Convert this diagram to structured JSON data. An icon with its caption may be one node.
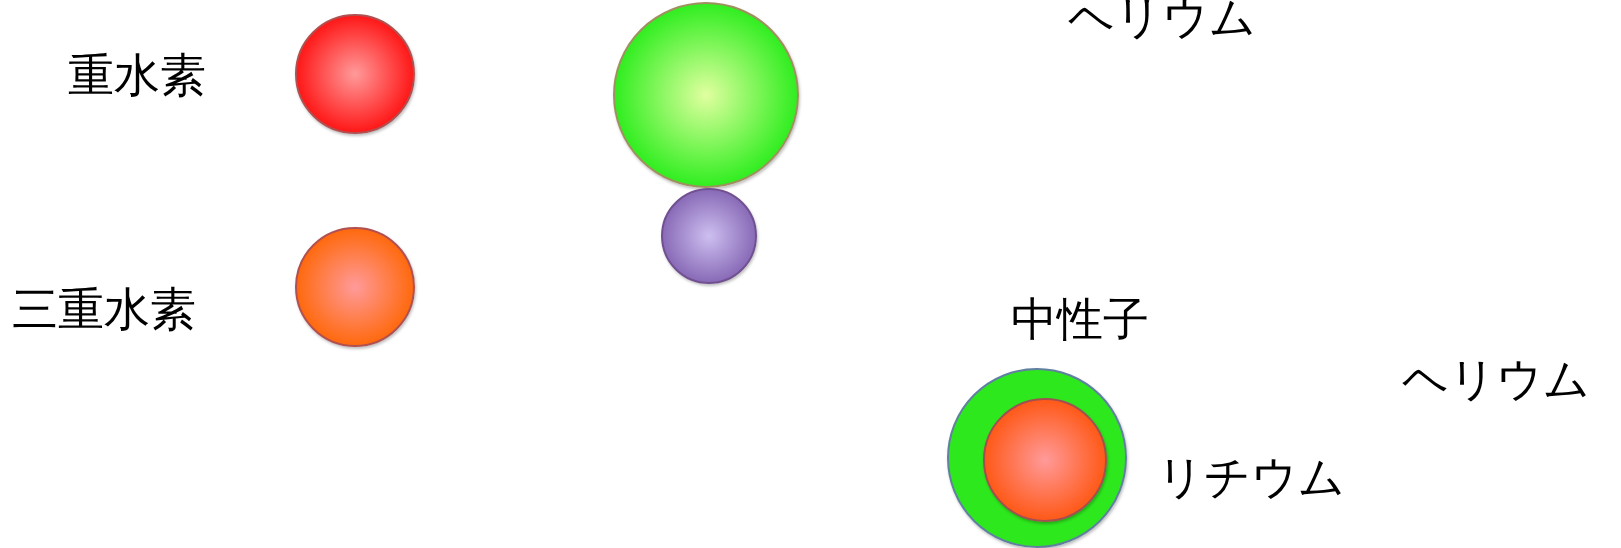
{
  "diagram": {
    "nodes": [
      {
        "text": [],
        "shape": "circle",
        "beside": [
          "重水素"
        ]
      },
      {
        "text": [],
        "shape": "circle"
      },
      {
        "text": [],
        "shape": "circle"
      },
      {
        "text": [],
        "shape": "circle",
        "beside": [
          "三重水素"
        ]
      },
      {
        "text": [],
        "shape": "circle"
      },
      {
        "text": [],
        "shape": "circle",
        "in": 4
      }
    ],
    "labels": [
      "ヘリウム",
      "中性子",
      "ヘリウム",
      "リチウム"
    ]
  }
}
